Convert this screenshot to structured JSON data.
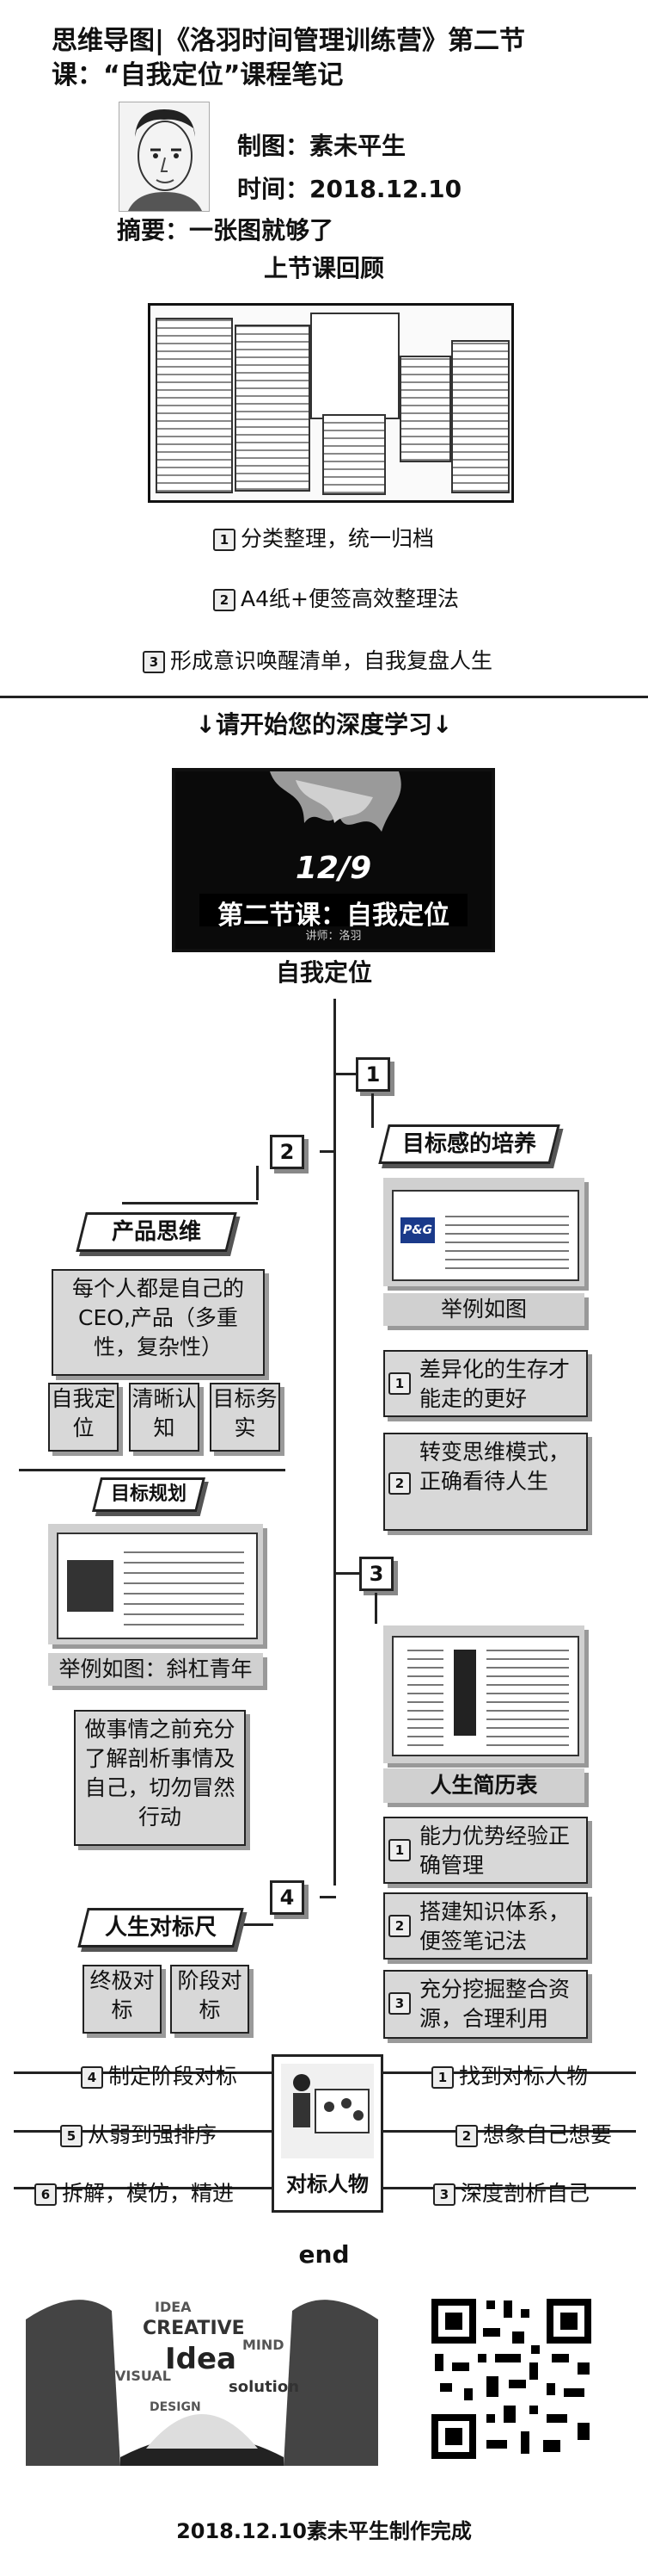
{
  "header": {
    "title": "思维导图|《洛羽时间管理训练营》第二节课：“自我定位”课程笔记",
    "author": "制图：素未平生",
    "date": "时间：2018.12.10",
    "summary": "摘要：一张图就够了"
  },
  "recap": {
    "heading": "上节课回顾",
    "items": [
      "分类整理，统一归档",
      "A4纸+便签高效整理法",
      "形成意识唤醒清单，自我复盘人生"
    ]
  },
  "prompt": "↓请开始您的深度学习↓",
  "cover": {
    "line1": "12/9",
    "line2": "第二节课：自我定位",
    "line3": "讲师：洛羽"
  },
  "main_title": "自我定位",
  "branch1": {
    "num": "1",
    "tag": "目标感的培养",
    "example": "举例如图",
    "logo": "P&G",
    "items": [
      "差异化的生存才能走的更好",
      "转变思维模式，正确看待人生"
    ]
  },
  "branch2": {
    "num": "2",
    "tag": "产品思维",
    "ceo": "每个人都是自己的CEO,产品（多重性，复杂性）",
    "sub": [
      "自我定位",
      "清晰认知",
      "目标务实"
    ],
    "plan_tag": "目标规划",
    "example": "举例如图：斜杠青年",
    "action": "做事情之前充分了解剖析事情及自己，切勿冒然行动"
  },
  "branch3": {
    "num": "3",
    "caption": "人生简历表",
    "items": [
      "能力优势经验正确管理",
      "搭建知识体系，便签笔记法",
      "充分挖掘整合资源，合理利用"
    ]
  },
  "branch4": {
    "num": "4",
    "tag": "人生对标尺",
    "sub": [
      "终极对标",
      "阶段对标"
    ]
  },
  "benchmark": {
    "center": "对标人物",
    "left": [
      "制定阶段对标",
      "从弱到强排序",
      "拆解，模仿，精进"
    ],
    "left_nums": [
      "4",
      "5",
      "6"
    ],
    "right": [
      "找到对标人物",
      "想象自己想要",
      "深度剖析自己"
    ],
    "right_nums": [
      "1",
      "2",
      "3"
    ]
  },
  "end_text": "end",
  "art_words": [
    "IDEA",
    "CREATIVE",
    "Idea",
    "MIND",
    "solution",
    "VISUAL",
    "DESIGN"
  ],
  "footer": "2018.12.10素未平生制作完成"
}
